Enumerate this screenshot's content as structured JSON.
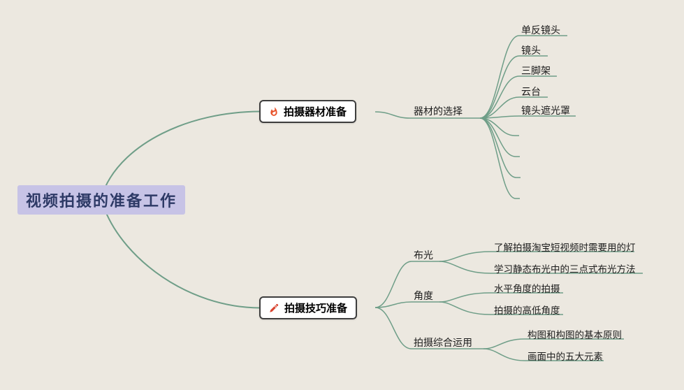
{
  "root": {
    "label": "视频拍摄的准备工作"
  },
  "branches": {
    "equipment": {
      "label": "拍摄器材准备",
      "icon": "flame-icon",
      "subtopic": {
        "label": "器材的选择"
      },
      "leaves": [
        "单反镜头",
        "镜头",
        "三脚架",
        "云台",
        "镜头遮光罩"
      ],
      "unlabeled_branch_count": 4
    },
    "skills": {
      "label": "拍摄技巧准备",
      "icon": "dart-icon",
      "subtopics": [
        {
          "label": "布光",
          "leaves": [
            "了解拍摄淘宝短视频时需要用的灯",
            "学习静态布光中的三点式布光方法"
          ]
        },
        {
          "label": "角度",
          "leaves": [
            "水平角度的拍摄",
            "拍摄的高低角度"
          ]
        },
        {
          "label": "拍摄综合运用",
          "leaves": [
            "构图和构图的基本原则",
            "画面中的五大元素"
          ]
        }
      ]
    }
  },
  "colors": {
    "background": "#ece8e0",
    "line": "#6f9e88",
    "root_highlight": "#c7c3e6",
    "root_text": "#2e3a66",
    "box_border": "#3e3e3e",
    "box_background": "#ffffff",
    "flame_icon": "#e8542c",
    "dart_icon": "#d8432f"
  }
}
